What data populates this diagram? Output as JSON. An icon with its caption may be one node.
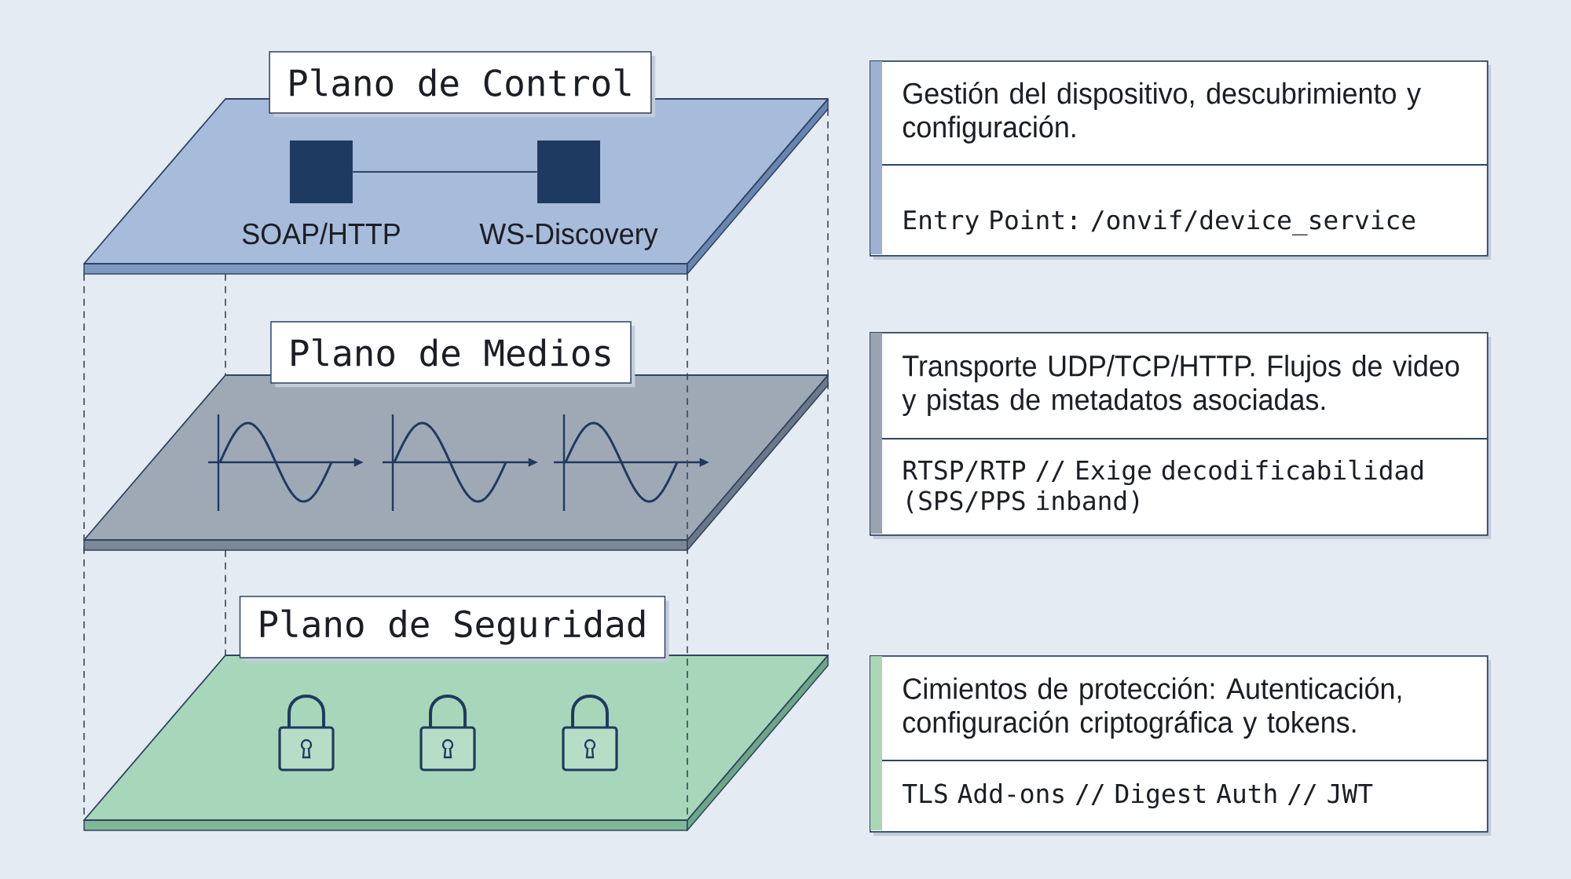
{
  "diagram": {
    "nodes": [
      {
        "text": [
          "Plano de Control"
        ]
      },
      {
        "text": [
          "SOAP/HTTP"
        ],
        "in": 0
      },
      {
        "text": [
          "WS-Discovery"
        ],
        "in": 0
      },
      {
        "text": [
          "Gestión del dispositivo, descubrimiento y configuración.",
          "Entry Point: /onvif/device_service"
        ]
      },
      {
        "text": [
          "Plano de Medios"
        ]
      },
      {
        "text": [
          "Transporte UDP/TCP/HTTP. Flujos de video y pistas de metadatos asociadas.",
          "RTSP/RTP // Exige decodificabilidad (SPS/PPS inband)"
        ]
      },
      {
        "text": [
          "Plano de Seguridad"
        ]
      },
      {
        "text": [
          "Cimientos de protección: Autenticación, configuración criptográfica y tokens.",
          "TLS Add-ons // Digest Auth // JWT"
        ]
      }
    ],
    "edges": [
      {
        "from": 1,
        "to": 2,
        "arrow": "none"
      }
    ]
  }
}
